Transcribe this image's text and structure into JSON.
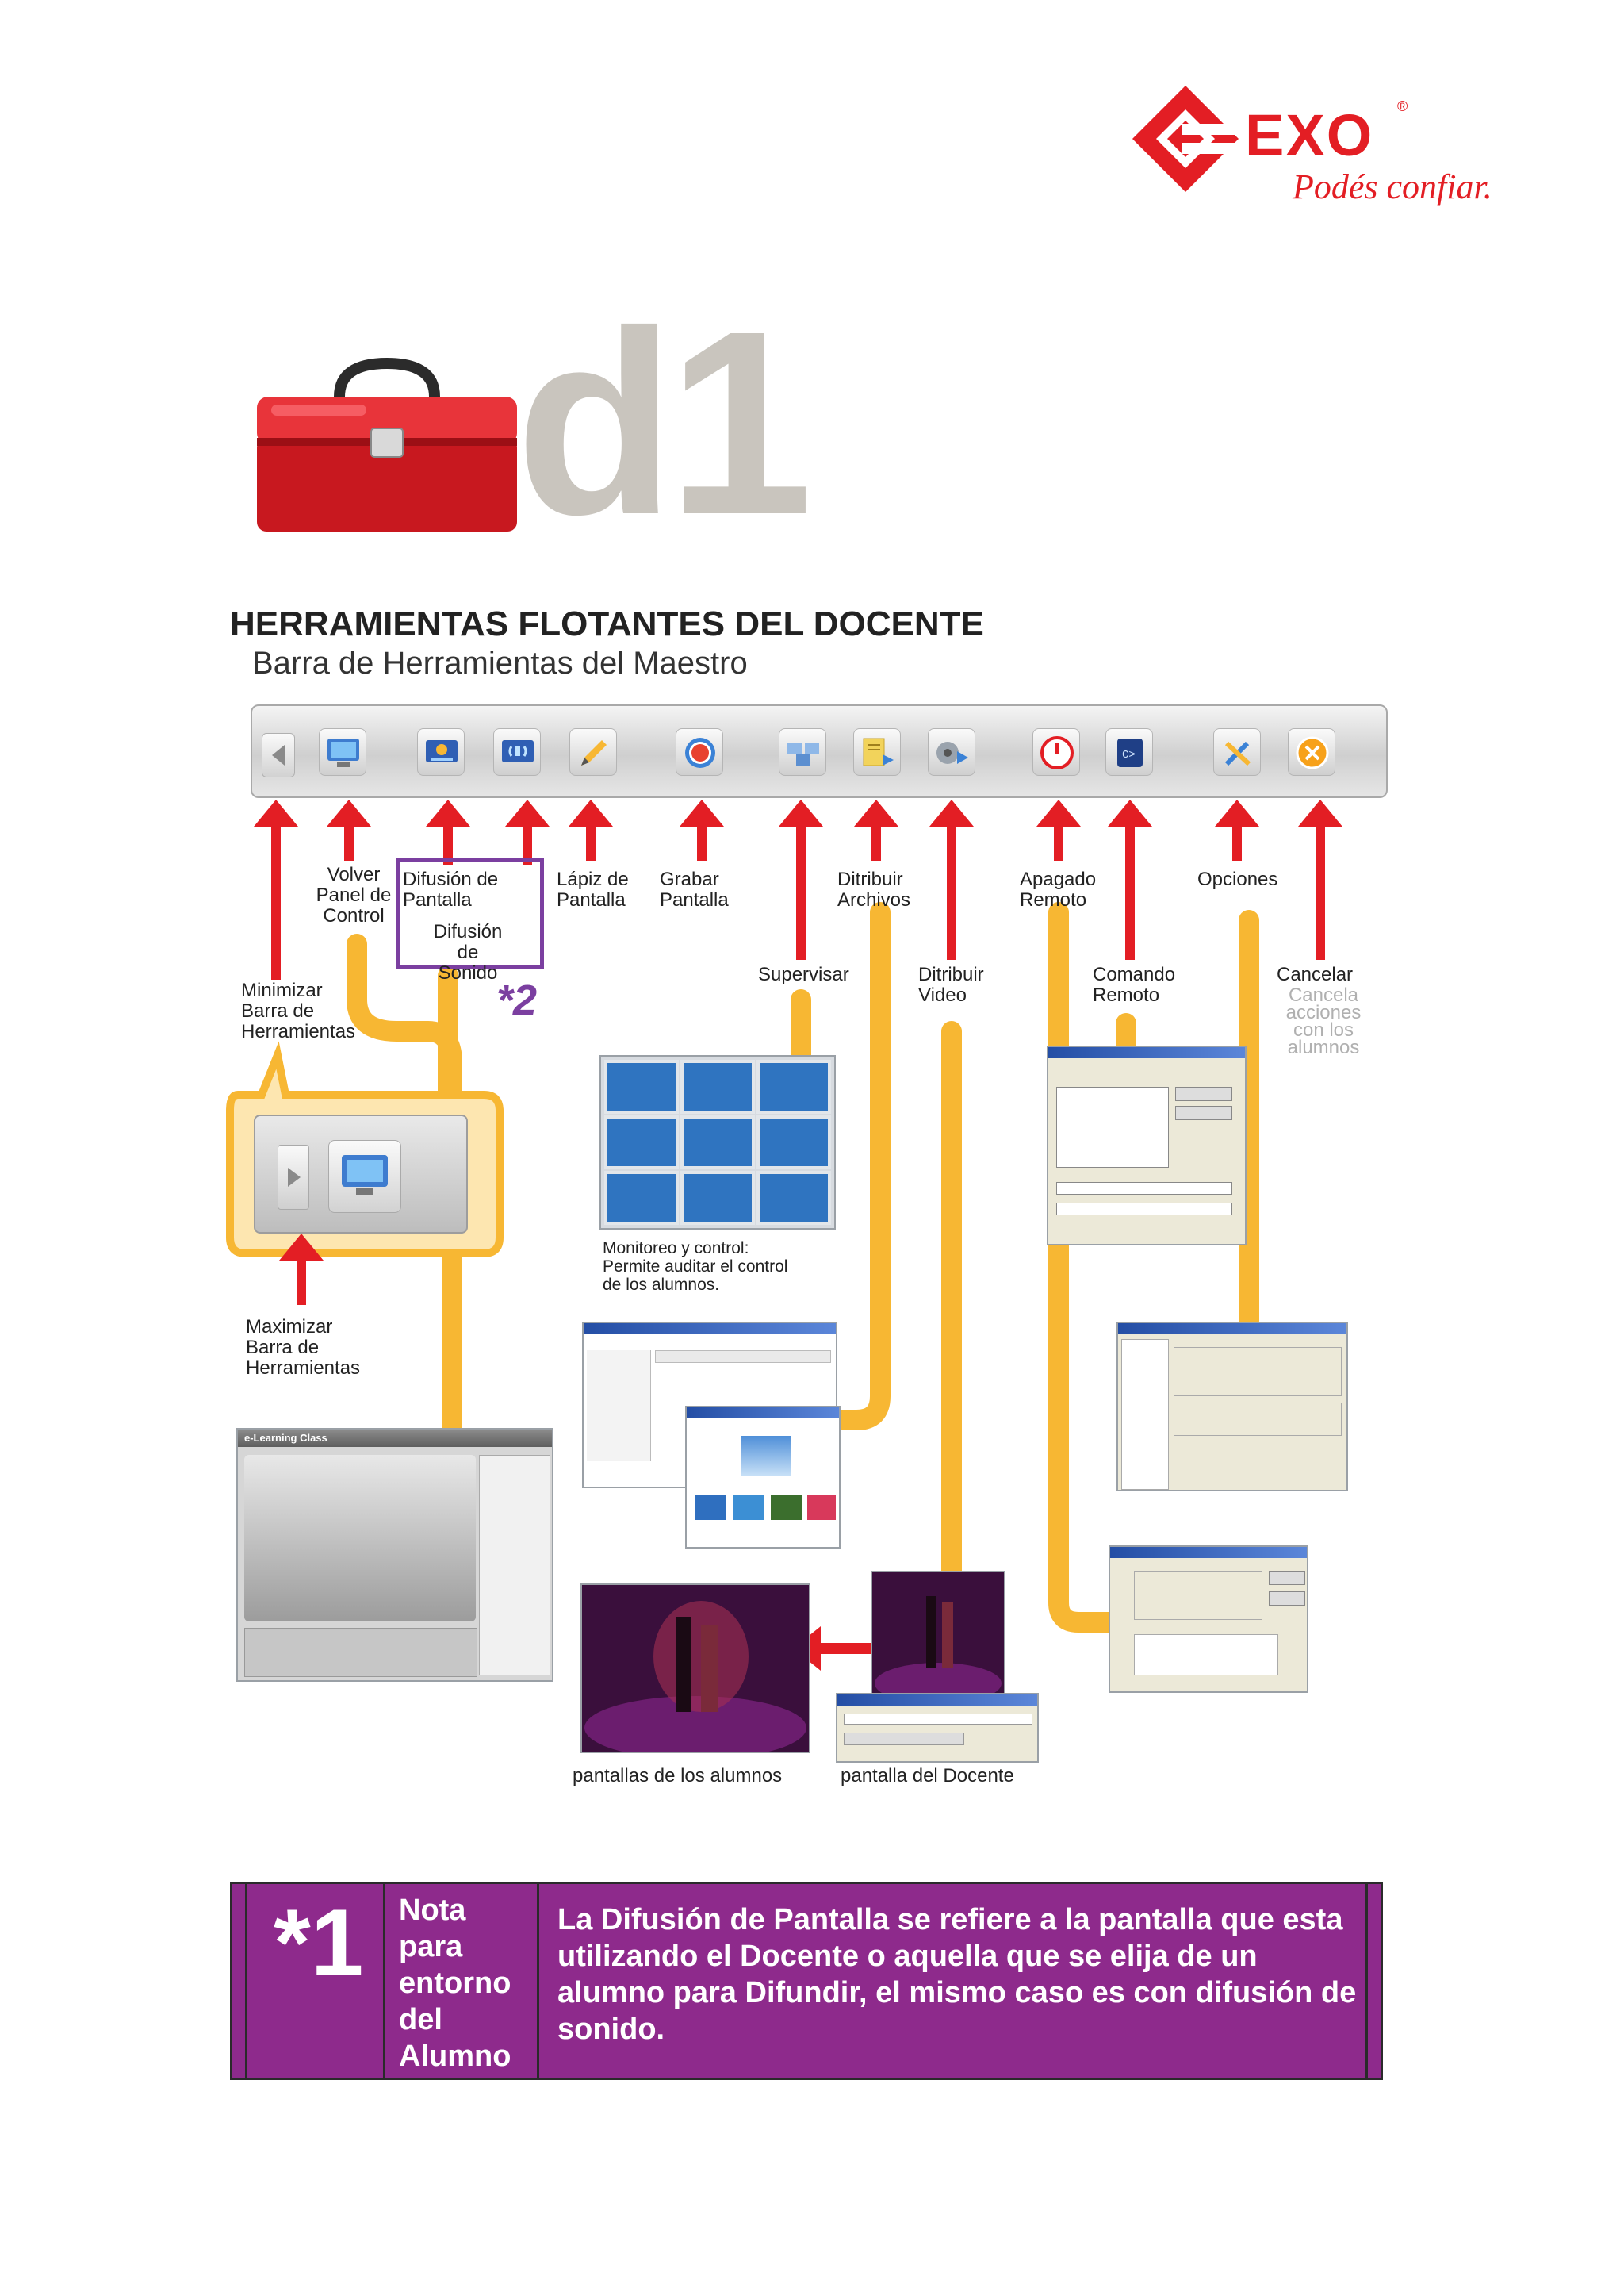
{
  "brand": {
    "name": "EXO",
    "tagline": "Podés confiar.",
    "registered": "®",
    "color": "#e31e24"
  },
  "chapter": {
    "label": "d1"
  },
  "header": {
    "title": "HERRAMIENTAS FLOTANTES DEL DOCENTE",
    "subtitle": "Barra de Herramientas del Maestro"
  },
  "toolbar": {
    "icons": [
      "minimize-arrow-icon",
      "monitor-icon",
      "screen-broadcast-icon",
      "sound-broadcast-icon",
      "pencil-icon",
      "record-icon",
      "supervise-icon",
      "distribute-files-icon",
      "distribute-video-icon",
      "power-icon",
      "remote-command-icon",
      "options-tools-icon",
      "cancel-icon"
    ]
  },
  "labels": {
    "minimizar": "Minimizar\nBarra de\nHerramientas",
    "volver": "Volver\nPanel de\nControl",
    "difusion_pantalla": "Difusión de\nPantalla",
    "difusion_sonido": "Difusión\nde Sonido",
    "note_marker": "*2",
    "lapiz": "Lápiz de\nPantalla",
    "grabar": "Grabar\nPantalla",
    "supervisar": "Supervisar",
    "distribuir_archivos": "Ditribuir\nArchivos",
    "distribuir_video": "Ditribuir\nVideo",
    "apagado": "Apagado\nRemoto",
    "comando": "Comando\nRemoto",
    "opciones": "Opciones",
    "cancelar": "Cancelar",
    "cancelar_sub": "Cancela\nacciones\ncon los\nalumnos",
    "maximizar": "Maximizar\nBarra de\nHerramientas",
    "monitoreo": "Monitoreo y control:\nPermite auditar el control\nde los alumnos.",
    "pantallas_alumnos": "pantallas de los alumnos",
    "pantalla_docente": "pantalla del Docente",
    "app_window_title": "e-Learning Class"
  },
  "colors": {
    "arrow_red": "#e31e24",
    "connector_orange": "#f7b733",
    "note_purple": "#8e2a8c",
    "callout_purple": "#7b3fa0"
  },
  "note": {
    "marker": "*1",
    "heading": "Nota\npara\nentorno\ndel\nAlumno",
    "text": "La Difusión de Pantalla se refiere a la pantalla que esta utilizando el Docente o aquella que se elija de un alumno para Difundir, el mismo caso es con difusión de sonido."
  }
}
